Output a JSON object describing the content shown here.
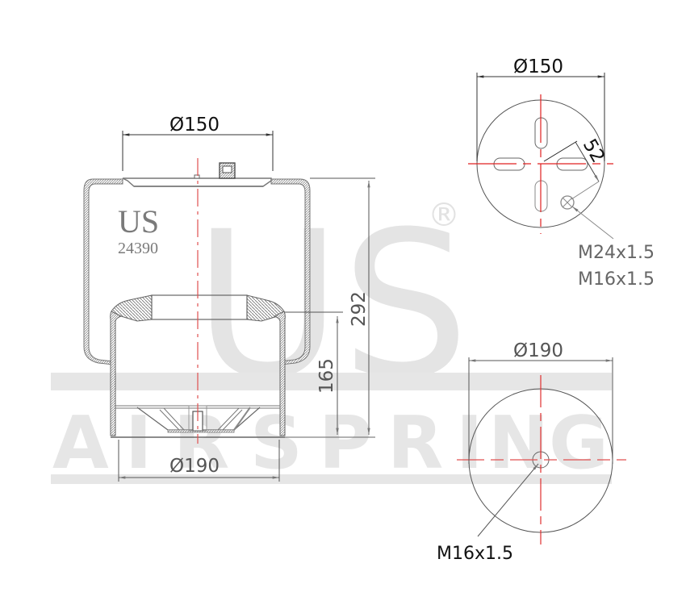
{
  "colors": {
    "outline": "#6e6e6e",
    "dim_line": "#333333",
    "center_line": "#e02020",
    "center_line_light": "#f08080",
    "watermark": "#e5e5e5",
    "hatch": "#9a9a9a"
  },
  "watermark": {
    "logo": "US",
    "registered": "®",
    "tagline_letters": [
      "A",
      "I",
      "R",
      "S",
      "P",
      "R",
      "I",
      "N",
      "G"
    ]
  },
  "side_view": {
    "brand": "US",
    "part_number": "24390",
    "top_diameter": "Ø150",
    "bottom_diameter": "Ø190",
    "overall_height": "292",
    "piston_height": "165"
  },
  "top_view": {
    "diameter": "Ø150",
    "bolt_offset": "52",
    "threads": [
      "M24x1.5",
      "M16x1.5"
    ]
  },
  "bottom_view": {
    "diameter": "Ø190",
    "thread": "M16x1.5"
  }
}
